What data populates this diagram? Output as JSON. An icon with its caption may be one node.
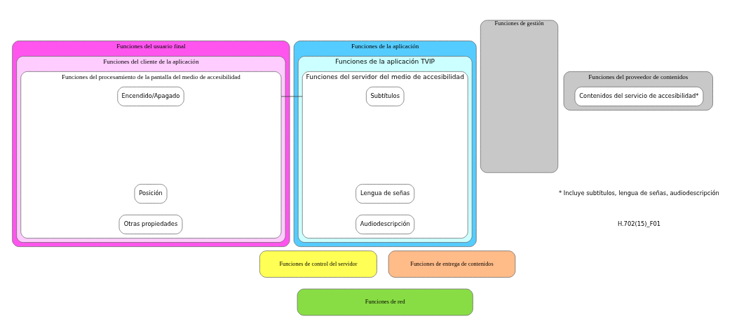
{
  "diagram": {
    "nodes": [
      {
        "text": [
          "Funciones del usuario final"
        ]
      },
      {
        "text": [
          "Funciones del cliente de la aplicación"
        ],
        "in": 0
      },
      {
        "text": [
          "Funciones del procesamiento de la pantalla del medio de accesibilidad"
        ],
        "in": 1
      },
      {
        "text": [
          "Encendido/Apagado"
        ],
        "in": 2
      },
      {
        "text": [
          "Posición"
        ],
        "in": 2
      },
      {
        "text": [
          "Otras propiedades"
        ],
        "in": 2
      },
      {
        "text": [
          "Funciones de la aplicación"
        ]
      },
      {
        "text": [
          "Funciones de la aplicación TVIP"
        ],
        "in": 6
      },
      {
        "text": [
          "Funciones del servidor del medio de accesibilidad"
        ],
        "in": 7
      },
      {
        "text": [
          "Subtítulos"
        ],
        "in": 8
      },
      {
        "text": [
          "Lengua de señas"
        ],
        "in": 8
      },
      {
        "text": [
          "Audiodescripción"
        ],
        "in": 8
      },
      {
        "text": [
          "Funciones de control del servidor"
        ]
      },
      {
        "text": [
          "Funciones de entrega de contenidos"
        ]
      },
      {
        "text": [
          "Funciones de red"
        ]
      },
      {
        "text": [
          "Funciones de gestión"
        ]
      },
      {
        "text": [
          "Funciones del proveedor de contenidos"
        ]
      },
      {
        "text": [
          "Contenidos del servicio de accesibilidad*"
        ],
        "in": 16
      }
    ],
    "edges": [
      {
        "from": 2,
        "to": 8,
        "arrow": "none"
      }
    ],
    "labels": [
      "* Incluye subtítulos, lengua de señas, audiodescripción",
      "H.702(15)_F01"
    ]
  }
}
